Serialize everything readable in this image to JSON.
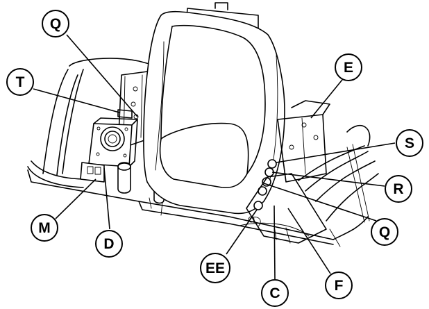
{
  "callouts": [
    {
      "id": "q_top",
      "label": "Q"
    },
    {
      "id": "t",
      "label": "T"
    },
    {
      "id": "e",
      "label": "E"
    },
    {
      "id": "s",
      "label": "S"
    },
    {
      "id": "r",
      "label": "R"
    },
    {
      "id": "q_right",
      "label": "Q"
    },
    {
      "id": "m",
      "label": "M"
    },
    {
      "id": "d",
      "label": "D"
    },
    {
      "id": "ee",
      "label": "EE"
    },
    {
      "id": "c",
      "label": "C"
    },
    {
      "id": "f",
      "label": "F"
    }
  ]
}
